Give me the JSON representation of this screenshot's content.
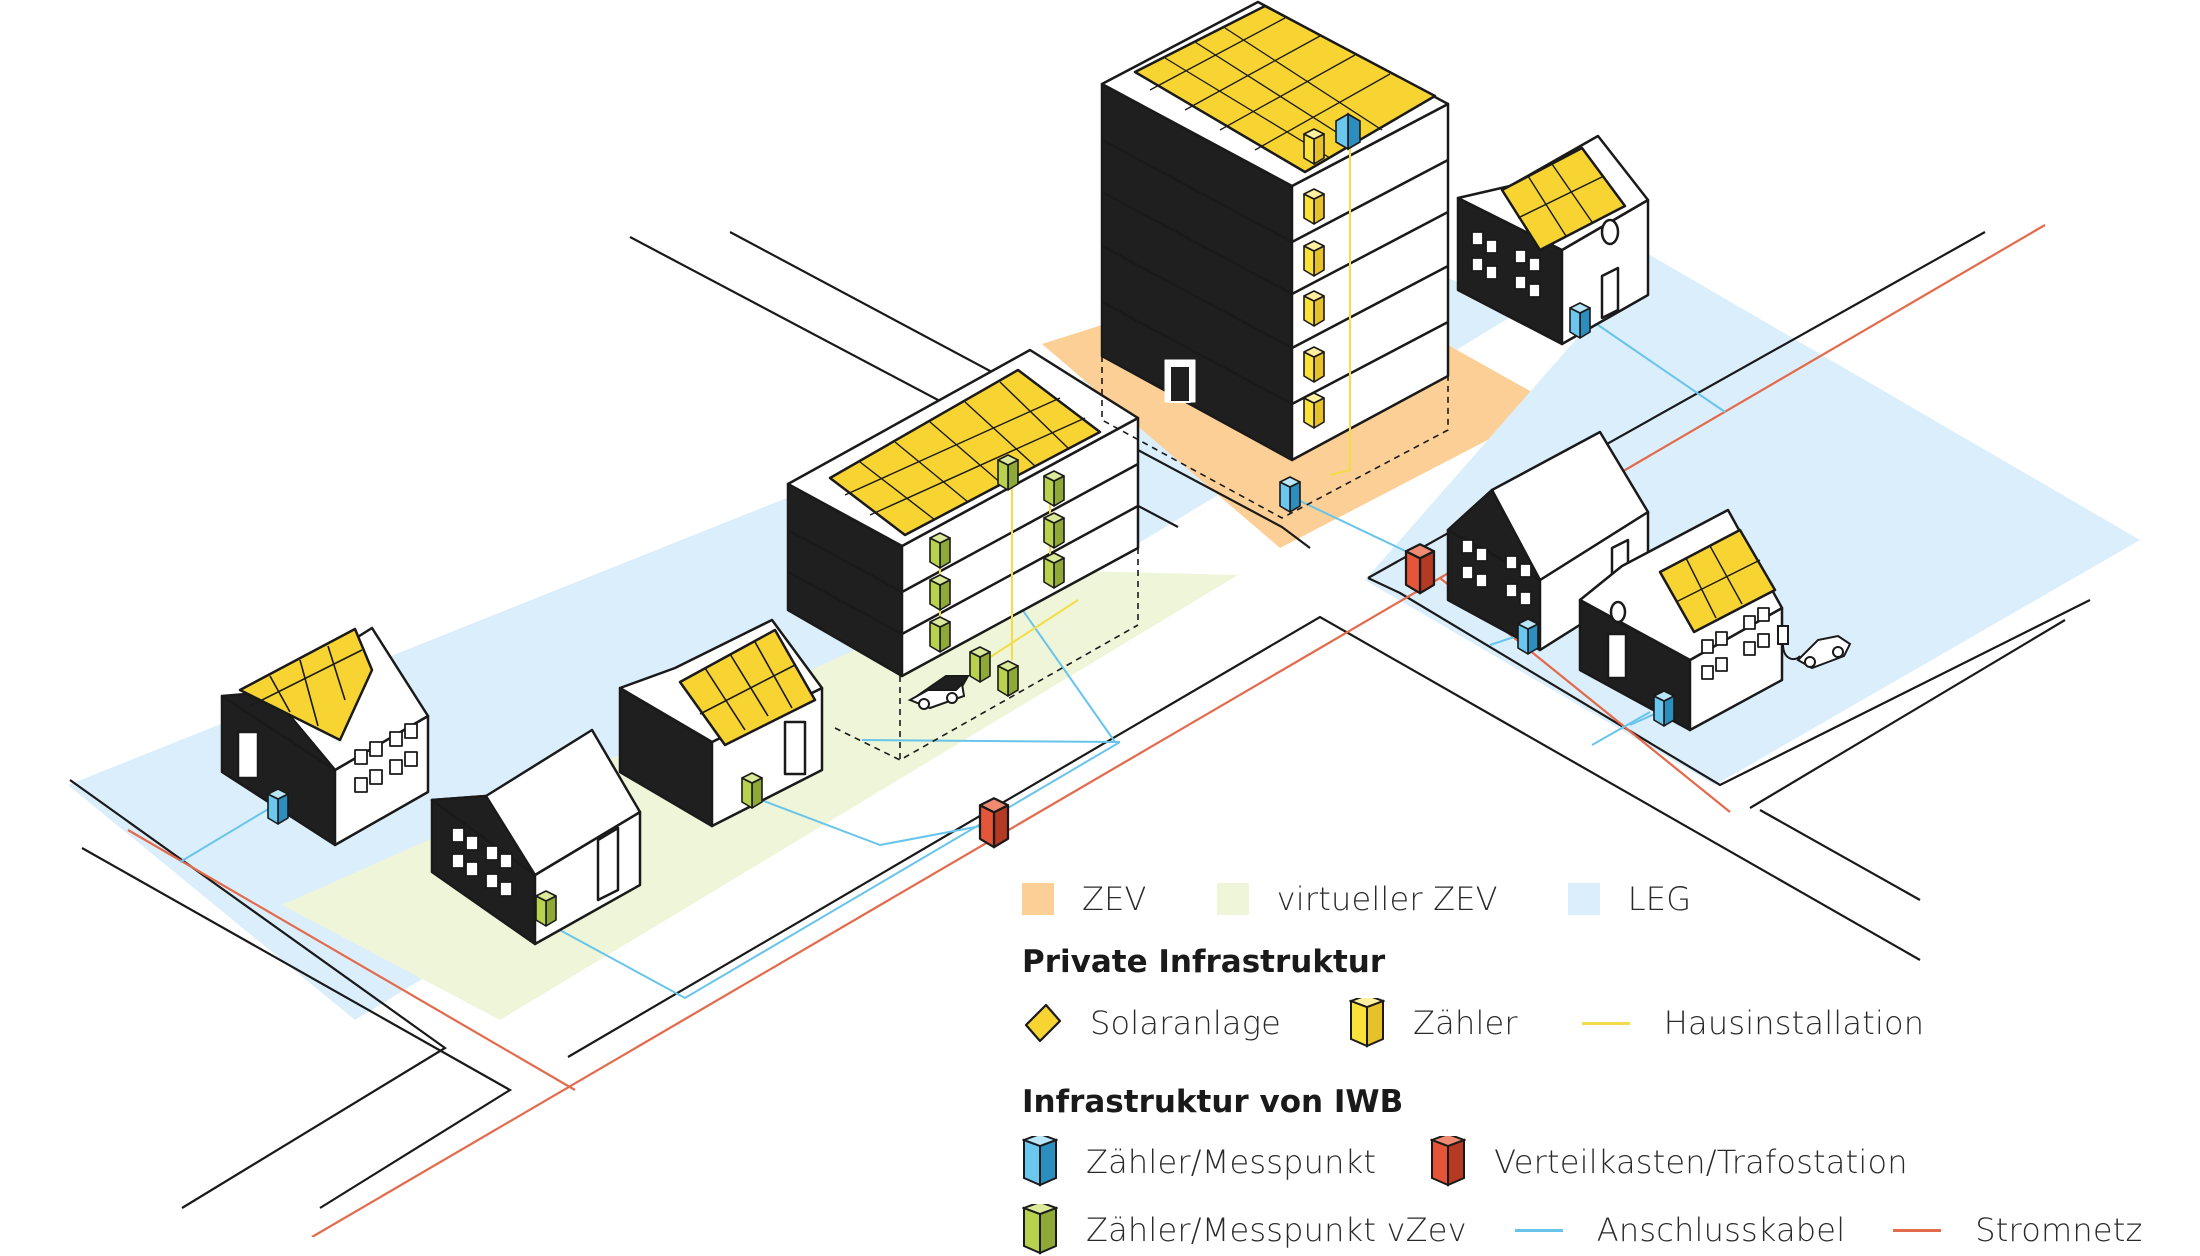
{
  "colors": {
    "zev": "#fccf96",
    "virtual_zev": "#eef5d8",
    "leg": "#dbeefb",
    "solar": "#f7d431",
    "meter_private": "#fbe23a",
    "meter_iwb": "#6cc7ef",
    "meter_vzev": "#b9d24e",
    "distribution_box": "#e5553a",
    "house_installation_line": "#f3dc4a",
    "connection_cable_line": "#68c4ea",
    "grid_line": "#e36a4a",
    "dark_wall": "#1f1f1f",
    "outline": "#1a1a1a"
  },
  "legend": {
    "areas": [
      {
        "label": "ZEV",
        "color_key": "zev"
      },
      {
        "label": "virtueller ZEV",
        "color_key": "virtual_zev"
      },
      {
        "label": "LEG",
        "color_key": "leg"
      }
    ],
    "private": {
      "heading": "Private Infrastruktur",
      "items": [
        {
          "label": "Solaranlage",
          "icon": "solar-panel-icon"
        },
        {
          "label": "Zähler",
          "icon": "yellow-meter-icon"
        },
        {
          "label": "Hausinstallation",
          "icon": "yellow-line-icon"
        }
      ]
    },
    "iwb": {
      "heading": "Infrastruktur von IWB",
      "items": [
        {
          "label": "Zähler/Messpunkt",
          "icon": "blue-meter-icon"
        },
        {
          "label": "Verteilkasten/Trafostation",
          "icon": "red-box-icon"
        },
        {
          "label": "Zähler/Messpunkt vZev",
          "icon": "green-meter-icon"
        },
        {
          "label": "Anschlusskabel",
          "icon": "blue-line-icon"
        },
        {
          "label": "Stromnetz",
          "icon": "red-line-icon"
        }
      ]
    }
  }
}
